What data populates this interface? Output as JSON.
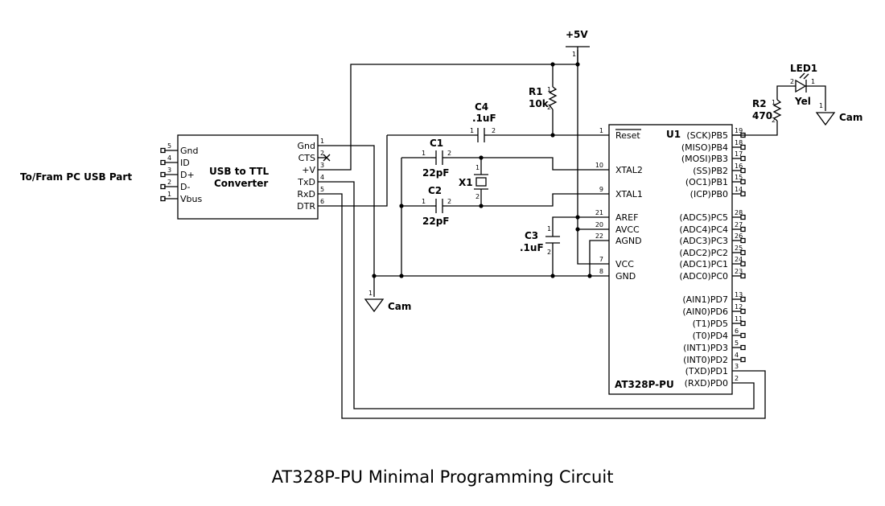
{
  "title": "AT328P-PU Minimal Programming Circuit",
  "usb_note": "To/Fram PC USB Part",
  "converter": {
    "name_line1": "USB to TTL",
    "name_line2": "Converter",
    "left_pins": [
      {
        "num": "5",
        "label": "Gnd"
      },
      {
        "num": "4",
        "label": "ID"
      },
      {
        "num": "3",
        "label": "D+"
      },
      {
        "num": "2",
        "label": "D-"
      },
      {
        "num": "1",
        "label": "Vbus"
      }
    ],
    "right_pins": [
      {
        "num": "1",
        "label": "Gnd"
      },
      {
        "num": "2",
        "label": "CTS"
      },
      {
        "num": "3",
        "label": "+V"
      },
      {
        "num": "4",
        "label": "TxD"
      },
      {
        "num": "5",
        "label": "RxD"
      },
      {
        "num": "6",
        "label": "DTR"
      }
    ]
  },
  "power": {
    "label": "+5V",
    "pin": "1"
  },
  "grounds": [
    "Cam",
    "Cam"
  ],
  "parts": {
    "r1": {
      "ref": "R1",
      "value": "10k"
    },
    "r2": {
      "ref": "R2",
      "value": "470"
    },
    "c1": {
      "ref": "C1",
      "value": "22pF"
    },
    "c2": {
      "ref": "C2",
      "value": "22pF"
    },
    "c3": {
      "ref": "C3",
      "value": ".1uF"
    },
    "c4": {
      "ref": "C4",
      "value": ".1uF"
    },
    "x1": {
      "ref": "X1"
    },
    "led1": {
      "ref": "LED1",
      "value": "Yel"
    }
  },
  "pin_numbers": {
    "one": "1",
    "two": "2"
  },
  "mcu": {
    "ref": "U1",
    "part": "AT328P-PU",
    "left_pins": [
      {
        "num": "1",
        "label": "Reset"
      },
      {
        "num": "10",
        "label": "XTAL2"
      },
      {
        "num": "9",
        "label": "XTAL1"
      },
      {
        "num": "21",
        "label": "AREF"
      },
      {
        "num": "20",
        "label": "AVCC"
      },
      {
        "num": "22",
        "label": "AGND"
      },
      {
        "num": "7",
        "label": "VCC"
      },
      {
        "num": "8",
        "label": "GND"
      }
    ],
    "right_pins": [
      {
        "num": "19",
        "label": "(SCK)PB5"
      },
      {
        "num": "18",
        "label": "(MISO)PB4"
      },
      {
        "num": "17",
        "label": "(MOSI)PB3"
      },
      {
        "num": "16",
        "label": "(SS)PB2"
      },
      {
        "num": "15",
        "label": "(OC1)PB1"
      },
      {
        "num": "14",
        "label": "(ICP)PB0"
      },
      {
        "num": "28",
        "label": "(ADC5)PC5"
      },
      {
        "num": "27",
        "label": "(ADC4)PC4"
      },
      {
        "num": "26",
        "label": "(ADC3)PC3"
      },
      {
        "num": "25",
        "label": "(ADC2)PC2"
      },
      {
        "num": "24",
        "label": "(ADC1)PC1"
      },
      {
        "num": "23",
        "label": "(ADC0)PC0"
      },
      {
        "num": "13",
        "label": "(AIN1)PD7"
      },
      {
        "num": "12",
        "label": "(AIN0)PD6"
      },
      {
        "num": "11",
        "label": "(T1)PD5"
      },
      {
        "num": "6",
        "label": "(T0)PD4"
      },
      {
        "num": "5",
        "label": "(INT1)PD3"
      },
      {
        "num": "4",
        "label": "(INT0)PD2"
      },
      {
        "num": "3",
        "label": "(TXD)PD1"
      },
      {
        "num": "2",
        "label": "(RXD)PD0"
      }
    ]
  }
}
